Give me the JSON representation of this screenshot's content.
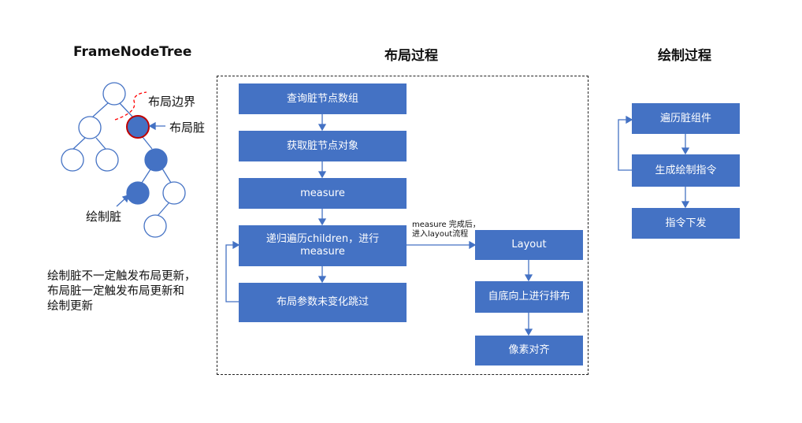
{
  "titles": {
    "tree": "FrameNodeTree",
    "layout": "布局过程",
    "draw": "绘制过程"
  },
  "tree": {
    "layout_boundary_label": "布局边界",
    "layout_dirty_label": "布局脏",
    "draw_dirty_label": "绘制脏"
  },
  "note": {
    "line1": "绘制脏不一定触发布局更新，",
    "line2": "布局脏一定触发布局更新和",
    "line3": "绘制更新"
  },
  "layout_flow": {
    "steps": [
      "查询脏节点数组",
      "获取脏节点对象",
      "measure",
      "递归遍历children，进行measure",
      "布局参数未变化跳过"
    ],
    "transition_label_line1": "measure 完成后，",
    "transition_label_line2": "进入layout流程",
    "layout_steps": [
      "Layout",
      "自底向上进行排布",
      "像素对齐"
    ]
  },
  "draw_flow": {
    "steps": [
      "遍历脏组件",
      "生成绘制指令",
      "指令下发"
    ]
  },
  "colors": {
    "box_fill": "#4472C4",
    "node_filled": "#4472C4",
    "node_outline": "#4472C4",
    "boundary_red": "#FF0000",
    "dirty_outline": "#C00000"
  }
}
